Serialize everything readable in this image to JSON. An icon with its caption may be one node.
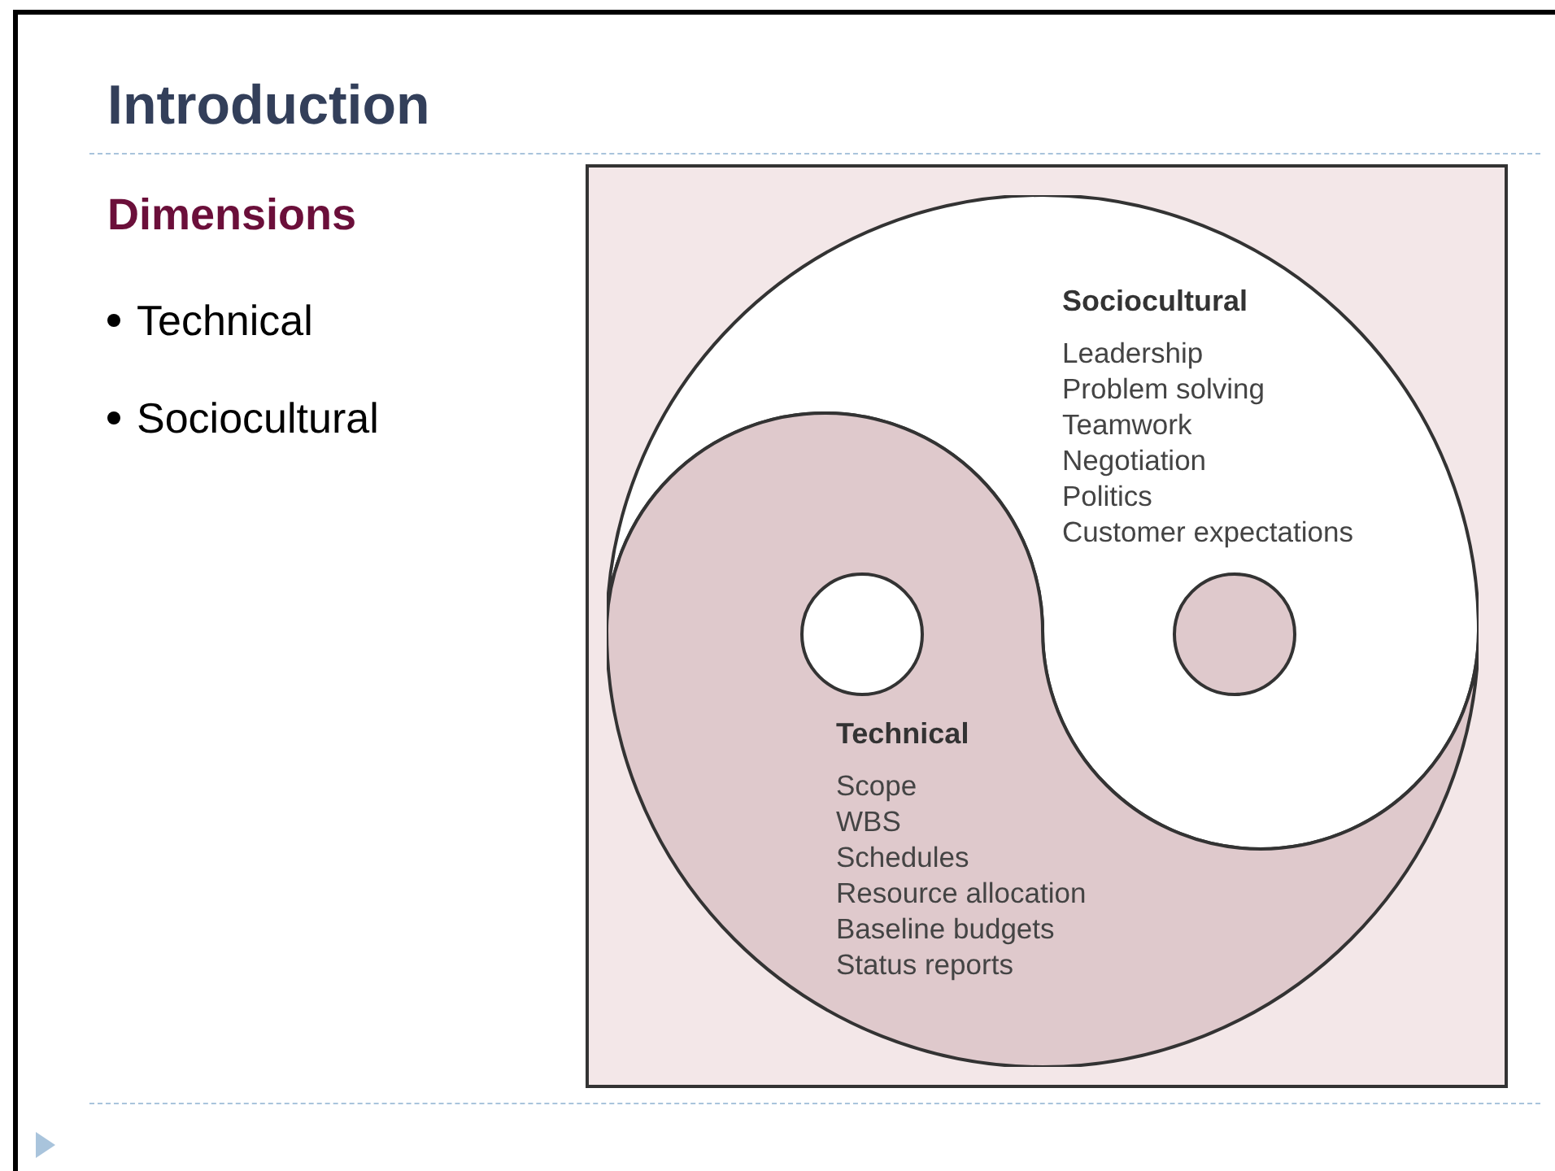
{
  "diagram": {
    "title": "Introduction",
    "nodes": [
      {
        "text": [
          "Sociocultural",
          "Leadership",
          "Problem solving",
          "Teamwork",
          "Negotiation",
          "Politics",
          "Customer expectations"
        ]
      },
      {
        "text": [
          "Technical",
          "Scope",
          "WBS",
          "Schedules",
          "Resource allocation",
          "Baseline budgets",
          "Status reports"
        ]
      }
    ],
    "labels": [
      "Dimensions",
      "Technical",
      "Sociocultural"
    ]
  }
}
